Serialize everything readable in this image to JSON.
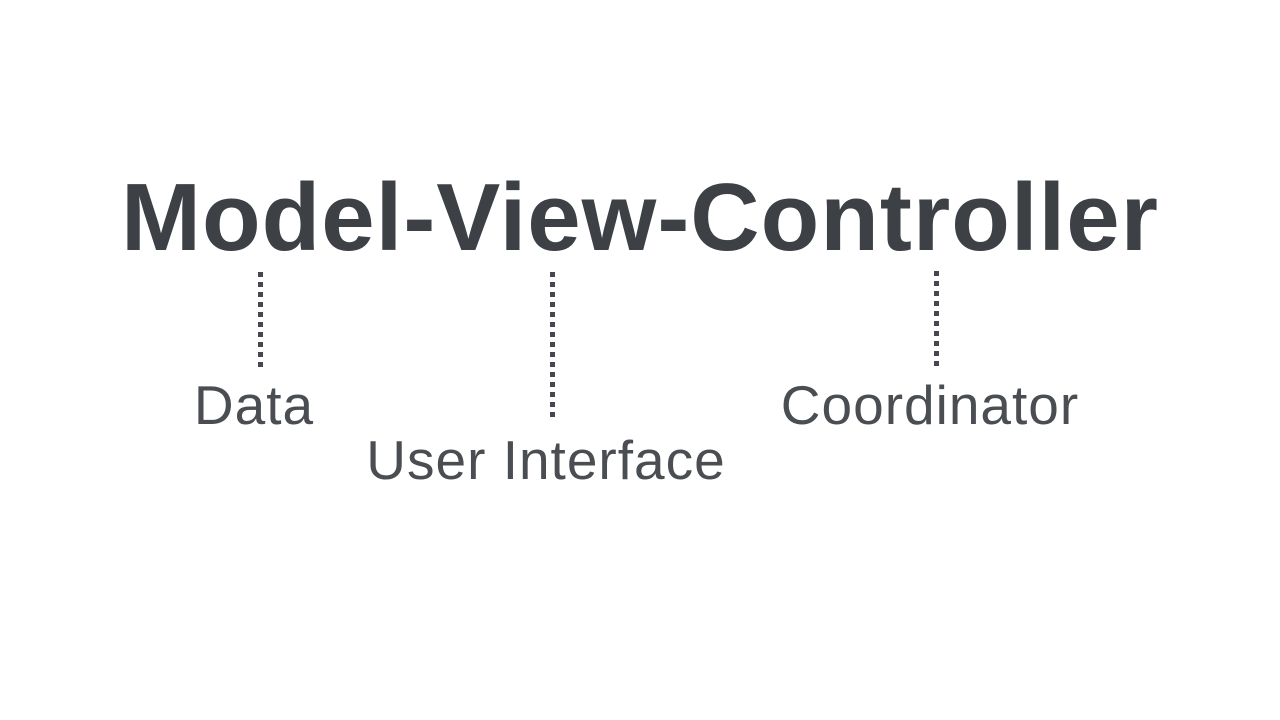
{
  "slide": {
    "title": "Model-View-Controller",
    "annotations": {
      "model": {
        "label": "Data"
      },
      "view": {
        "label": "User Interface"
      },
      "controller": {
        "label": "Coordinator"
      }
    }
  },
  "colors": {
    "background": "#ffffff",
    "title": "#3d4145",
    "label": "#4a4e52",
    "connector": "#45484c"
  }
}
